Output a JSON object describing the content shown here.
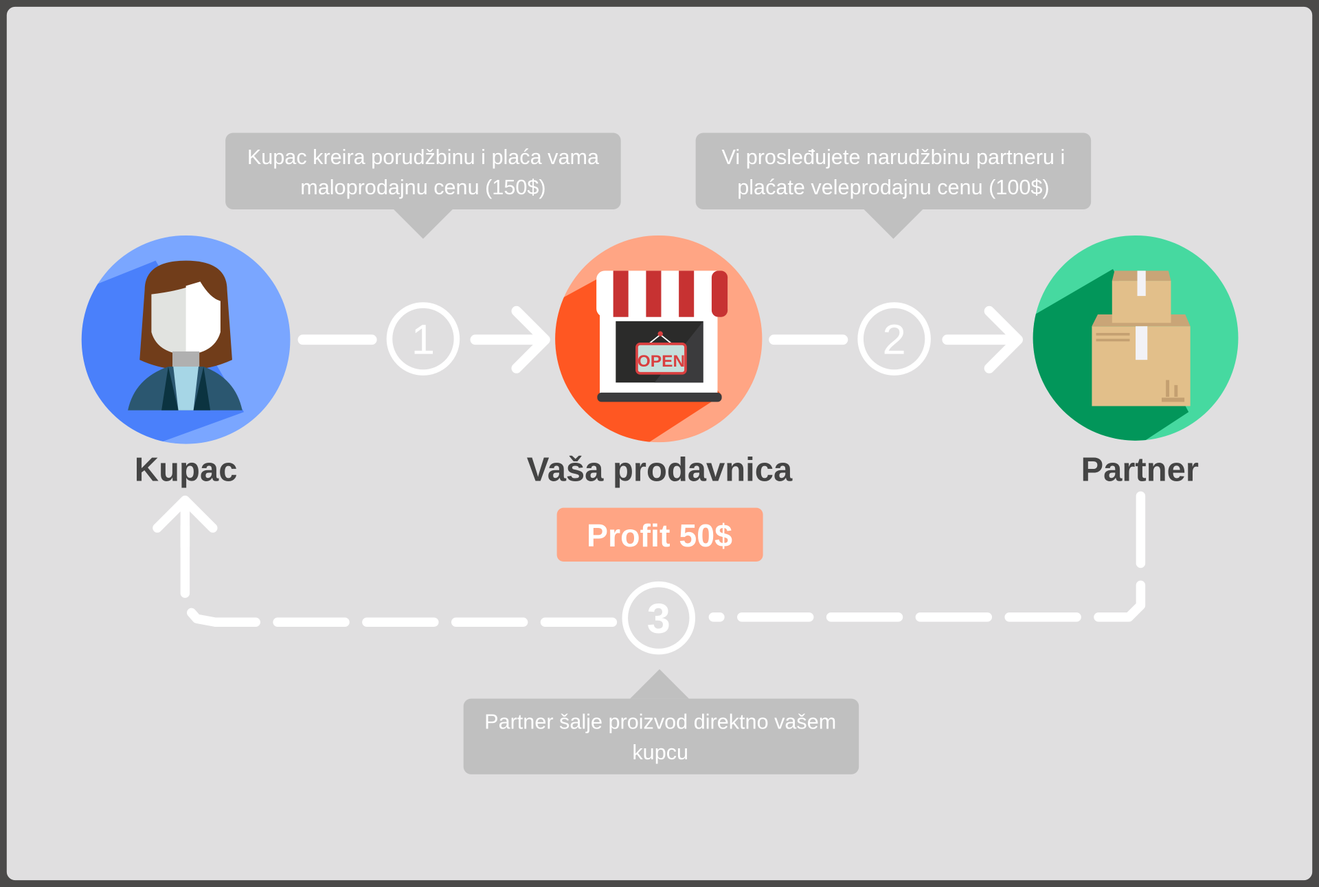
{
  "steps": [
    {
      "number": "1",
      "text_line1": "Kupac kreira porudžbinu i plaća vama",
      "text_line2": "maloprodajnu cenu (150$)"
    },
    {
      "number": "2",
      "text_line1": "Vi prosleđujete narudžbinu partneru i",
      "text_line2": "plaćate veleprodajnu cenu (100$)"
    },
    {
      "number": "3",
      "text_line1": "Partner šalje proizvod direktno vašem",
      "text_line2": "kupcu"
    }
  ],
  "actors": {
    "customer": {
      "label": "Kupac",
      "icon": "woman-avatar-icon"
    },
    "store": {
      "label": "Vaša prodavnica",
      "icon": "storefront-icon",
      "sign": "OPEN"
    },
    "partner": {
      "label": "Partner",
      "icon": "boxes-icon"
    }
  },
  "profit": {
    "label": "Profit 50$"
  },
  "colors": {
    "background": "#e0dfe0",
    "callout": "#c0c0c0",
    "customer": "#7aa6ff",
    "store": "#ffa584",
    "partner": "#46d9a0",
    "profit": "#ffa584"
  }
}
